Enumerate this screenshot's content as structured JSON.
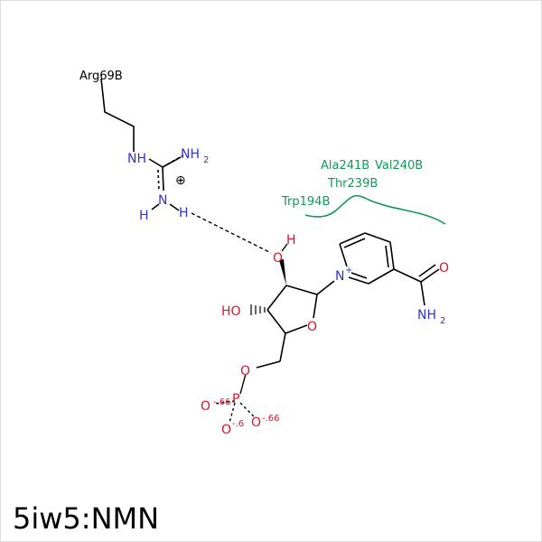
{
  "title": "5iw5:NMN",
  "residues": {
    "arg": "Arg69B",
    "ala": "Ala241B",
    "val": "Val240B",
    "thr": "Thr239B",
    "trp": "Trp194B"
  },
  "atoms": {
    "nh_upper": "NH",
    "nh2_upper": "NH",
    "sub2": "2",
    "n_lower": "N",
    "h_left": "H",
    "h_right": "H",
    "plus": "⊕",
    "o_top": "O",
    "h_top": "H",
    "ho": "HO",
    "o_ring": "O",
    "n_pyr": "N",
    "n_plus": "+",
    "o_amide": "O",
    "nh2_amide": "NH",
    "sub2_amide": "2",
    "o_link": "O",
    "p": "P",
    "o_p_left": "O",
    "o_p_bottom": "O",
    "o_p_right": "O",
    "charge_left": "-.66",
    "charge_bottom": "-.6",
    "charge_right": "-.66"
  },
  "colors": {
    "bond": "#000000",
    "nitrogen": "#3333cc",
    "oxygen": "#e0102a",
    "hydrophobic": "#119955",
    "frame": "#bbbbbb"
  }
}
